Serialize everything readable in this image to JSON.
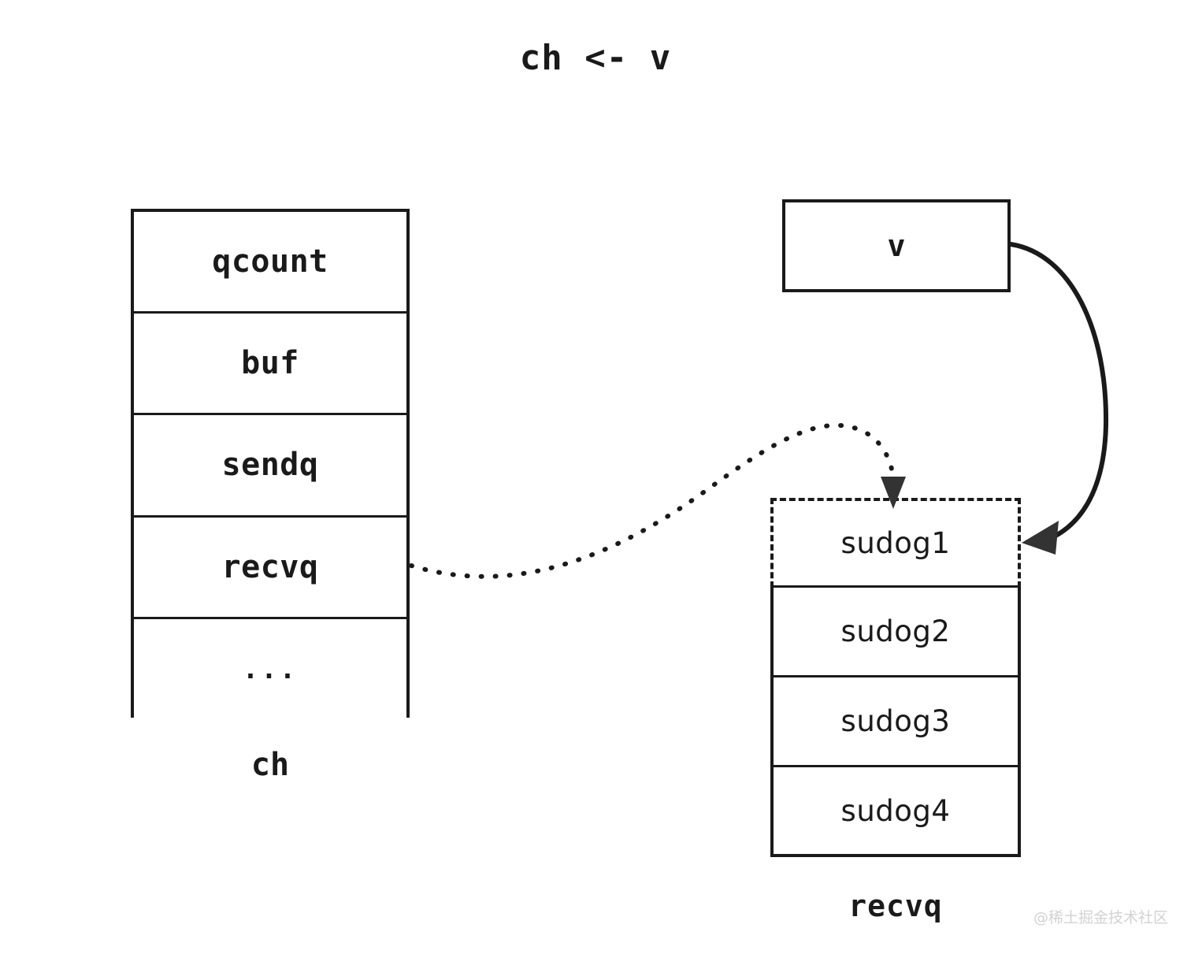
{
  "title": "ch <- v",
  "colors": {
    "stroke": "#1a1a1a",
    "background": "#ffffff",
    "watermark": "#d2d2d2"
  },
  "ch_struct": {
    "caption": "ch",
    "rows": [
      {
        "label": "qcount"
      },
      {
        "label": "buf"
      },
      {
        "label": "sendq"
      },
      {
        "label": "recvq"
      },
      {
        "label": "..."
      }
    ]
  },
  "value_box": {
    "label": "v"
  },
  "recvq_struct": {
    "caption": "recvq",
    "rows": [
      {
        "label": "sudog1",
        "border": "dashed"
      },
      {
        "label": "sudog2",
        "border": "solid"
      },
      {
        "label": "sudog3",
        "border": "solid"
      },
      {
        "label": "sudog4",
        "border": "solid"
      }
    ]
  },
  "arrows": [
    {
      "name": "recvq-to-sudog1",
      "style": "dotted",
      "from": "ch.recvq right edge",
      "to": "sudog1 top edge"
    },
    {
      "name": "v-to-sudog1",
      "style": "solid",
      "from": "v box right edge",
      "to": "sudog1 right edge"
    }
  ],
  "watermark": "@稀土掘金技术社区"
}
